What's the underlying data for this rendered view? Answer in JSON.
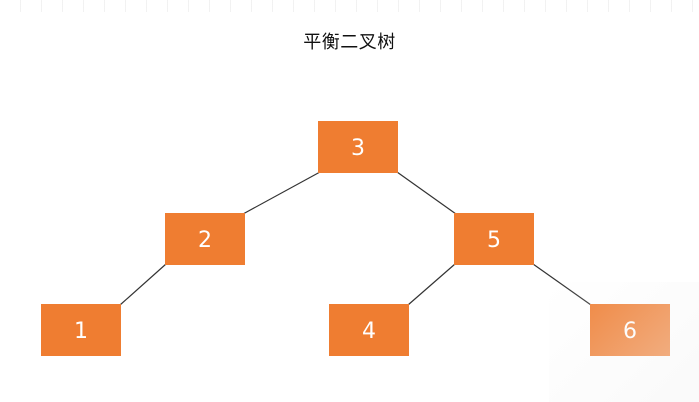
{
  "diagram": {
    "title": "平衡二叉树",
    "node_color": "#ef7d31",
    "edge_color": "#333333",
    "nodes": [
      {
        "id": "n3",
        "label": "3"
      },
      {
        "id": "n2",
        "label": "2"
      },
      {
        "id": "n5",
        "label": "5"
      },
      {
        "id": "n1",
        "label": "1"
      },
      {
        "id": "n4",
        "label": "4"
      },
      {
        "id": "n6",
        "label": "6"
      }
    ],
    "edges": [
      {
        "from": "n3",
        "to": "n2"
      },
      {
        "from": "n3",
        "to": "n5"
      },
      {
        "from": "n2",
        "to": "n1"
      },
      {
        "from": "n5",
        "to": "n4"
      },
      {
        "from": "n5",
        "to": "n6"
      }
    ]
  }
}
